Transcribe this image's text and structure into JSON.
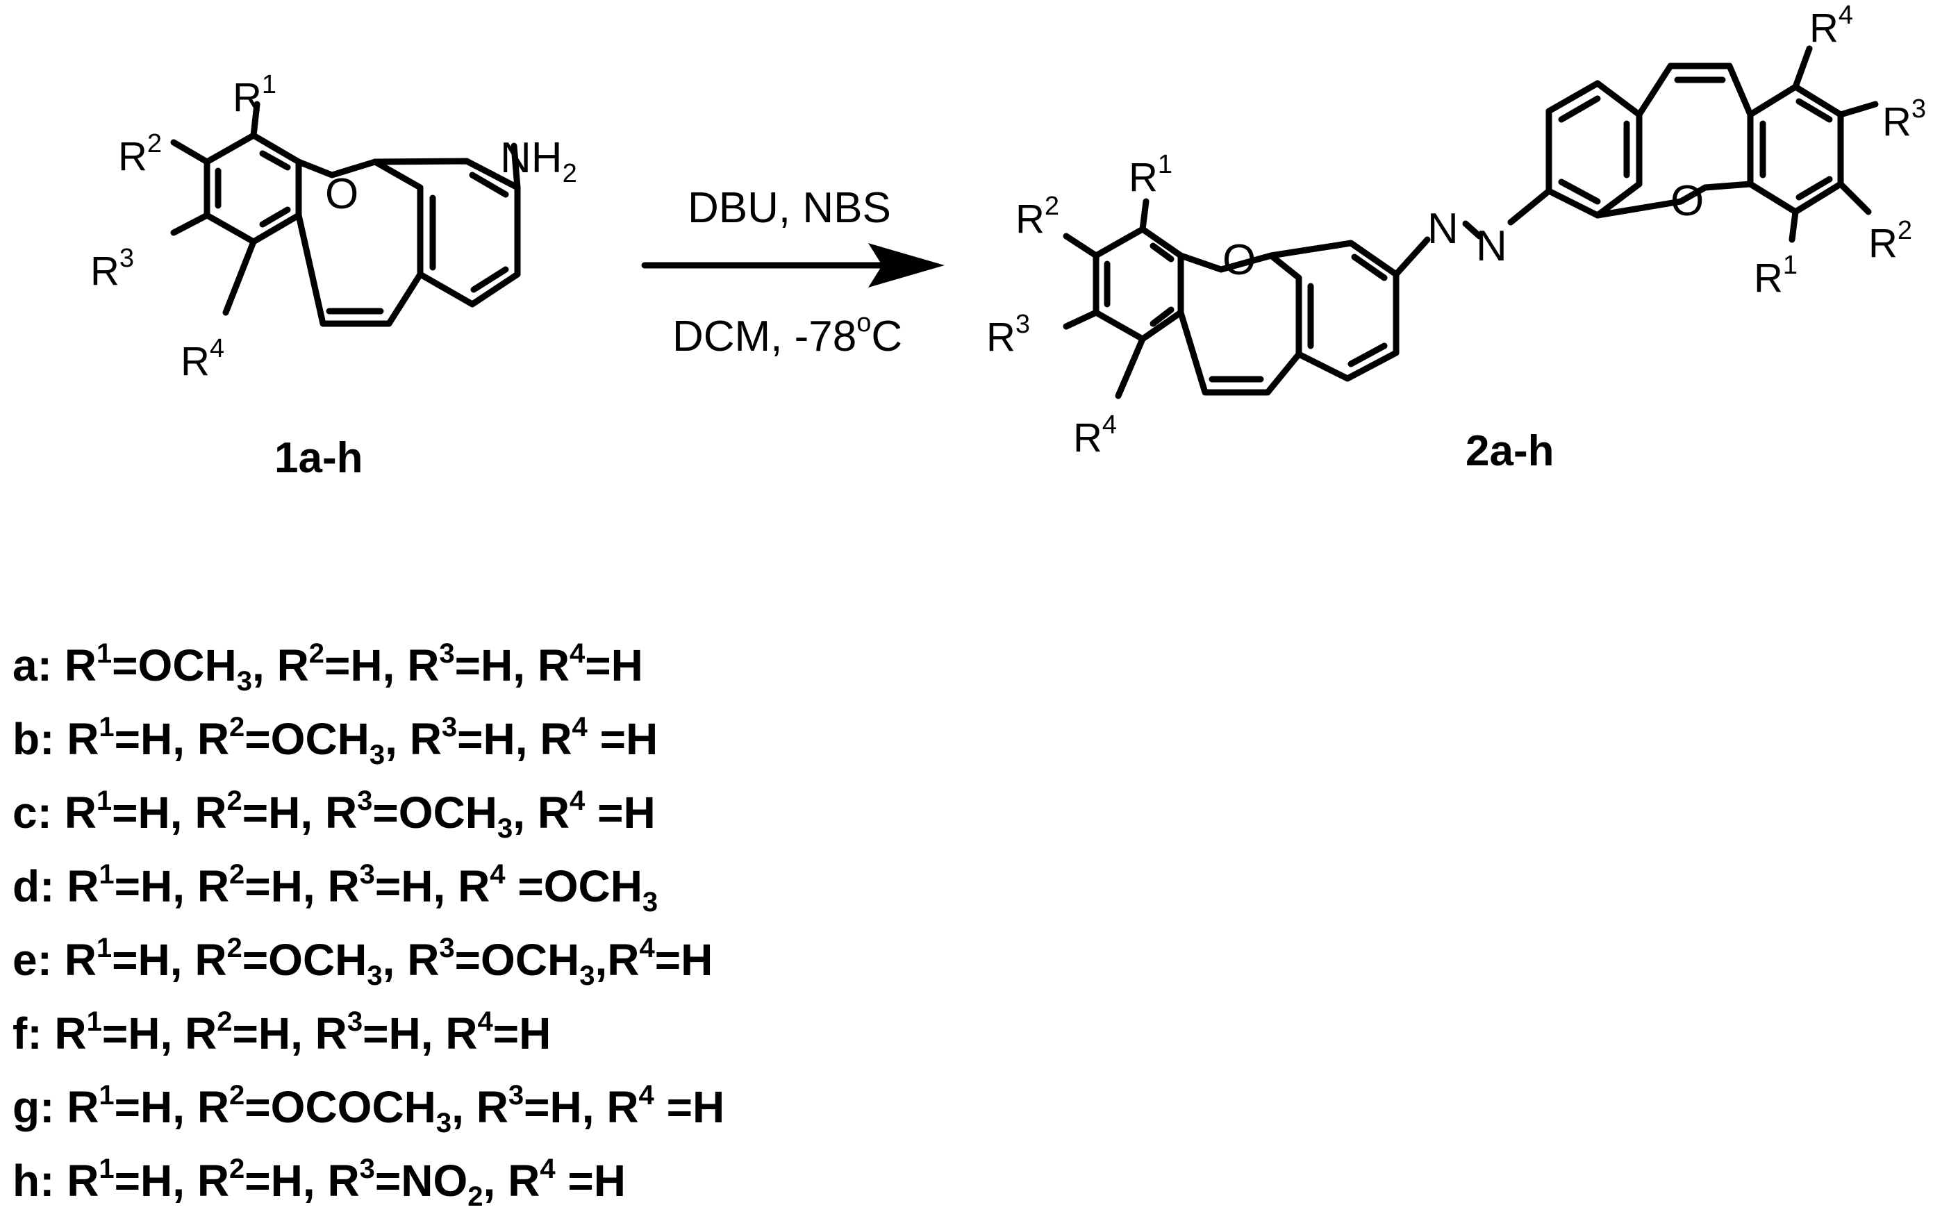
{
  "reaction": {
    "reagents_top": "DBU, NBS",
    "reagents_bottom_prefix": "DCM, -78",
    "reagents_bottom_degree": "o",
    "reagents_bottom_suffix": "C",
    "start_label": "1a-h",
    "product_label": "2a-h"
  },
  "atoms": {
    "oxygen": "O",
    "nitrogen": "N",
    "amine_main": "NH",
    "amine_sub": "2",
    "r": "R",
    "r1": "1",
    "r2": "2",
    "r3": "3",
    "r4": "4"
  },
  "substituents": [
    {
      "letter": "a:",
      "r1": "=OCH3,",
      "r2": "=H,",
      "r3": "=H,",
      "r4": "=H"
    },
    {
      "letter": "b:",
      "r1": "=H,",
      "r2": "=OCH3,",
      "r3": "=H,",
      "r4": " =H"
    },
    {
      "letter": "c:",
      "r1": "=H,",
      "r2": "=H,",
      "r3": "=OCH3,",
      "r4": " =H"
    },
    {
      "letter": "d:",
      "r1": "=H,",
      "r2": "=H,",
      "r3": "=H,",
      "r4": " =OCH3"
    },
    {
      "letter": "e:",
      "r1": "=H,",
      "r2": "=OCH3,",
      "r3": "=OCH3,",
      "r4": "=H"
    },
    {
      "letter": "f:",
      "r1": "=H,",
      "r2": "=H,",
      "r3": "=H,",
      "r4": "=H"
    },
    {
      "letter": "g:",
      "r1": "=H,",
      "r2": "=OCOCH3,",
      "r3": "=H,",
      "r4": " =H"
    },
    {
      "letter": "h:",
      "r1": "=H,",
      "r2": "=H,",
      "r3": "=NO2,",
      "r4": " =H"
    }
  ]
}
